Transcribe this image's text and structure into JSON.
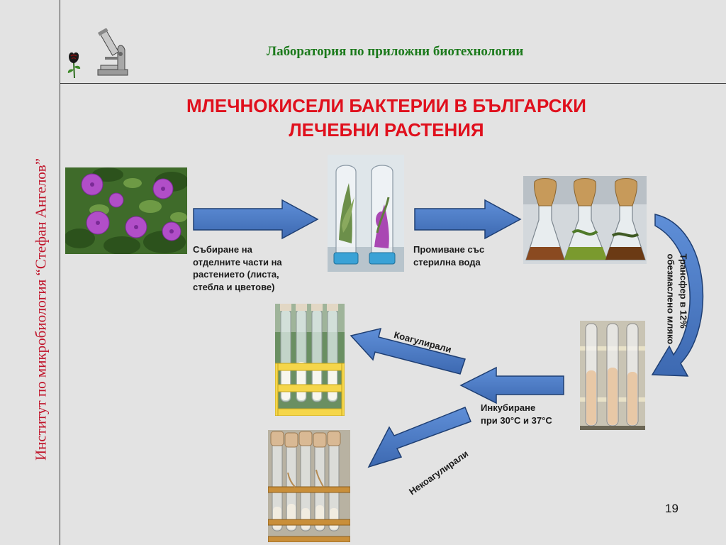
{
  "header": {
    "lab_title": "Лаборатория по приложни биотехнологии",
    "side_text": "Институт по микробиология “Стефан Ангелов”"
  },
  "title": {
    "line1": "МЛЕЧНОКИСЕЛИ БАКТЕРИИ В БЪЛГАРСКИ",
    "line2": "ЛЕЧЕБНИ РАСТЕНИЯ"
  },
  "steps": {
    "collect": [
      "Събиране на",
      "отделните  части на",
      "растението (листа,",
      "стебла и цветове)"
    ],
    "wash": [
      "Промиване със",
      "стерилна вода"
    ],
    "transfer": [
      "Трансфер в 12%",
      "обезмаслено мляко"
    ],
    "incubate": [
      "Инкубиране",
      "при 30°C и 37°C"
    ],
    "coagulated": "Коагулирали",
    "noncoagulated": "Некоагулирали"
  },
  "page_number": "19",
  "colors": {
    "arrow_fill": "#4a79c2",
    "arrow_stroke": "#1f3f73",
    "title_red": "#e0101d",
    "lab_green": "#1c7a1c",
    "side_red": "#c0152b"
  },
  "icons": [
    "rose-icon",
    "microscope-icon"
  ]
}
